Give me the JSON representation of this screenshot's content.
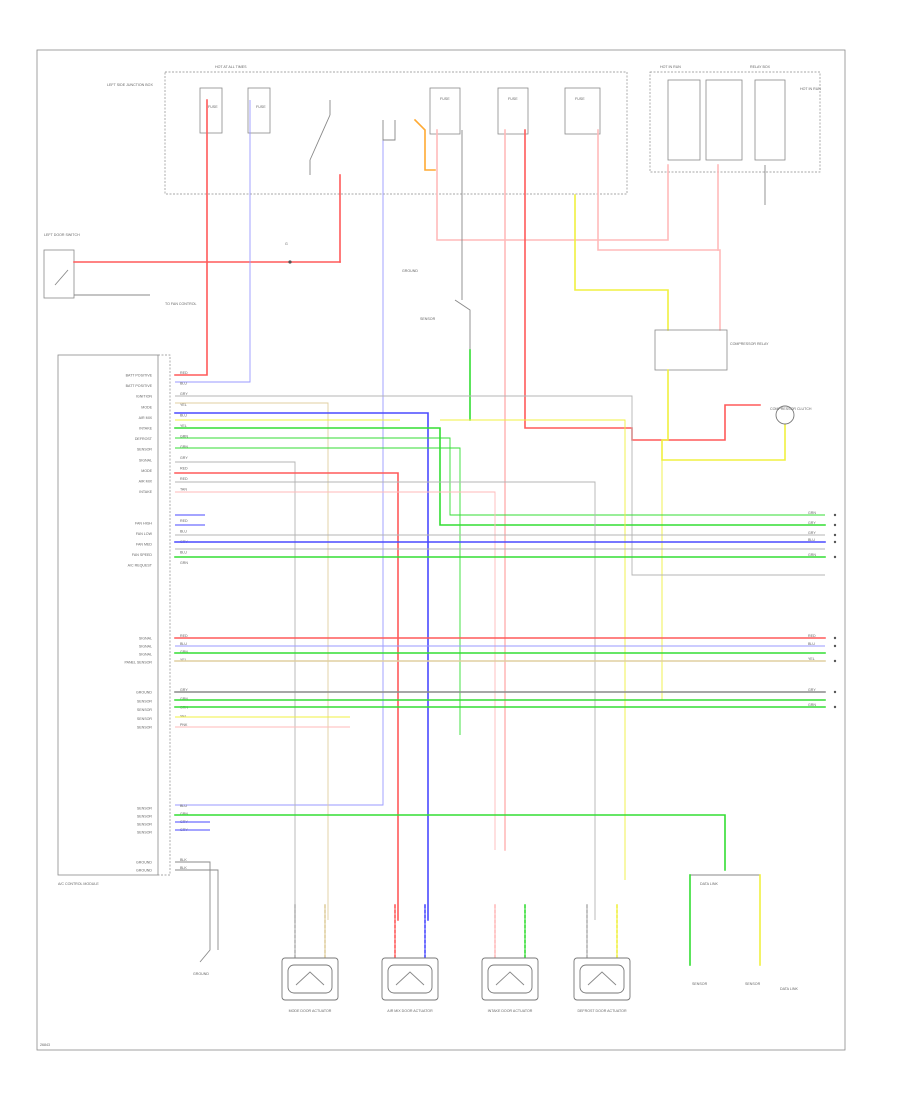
{
  "page": {
    "footer_code": "26843"
  },
  "colors": {
    "red": "#ff5a5a",
    "blue": "#4a4aff",
    "green": "#33dd33",
    "yellow": "#f0f040",
    "orange": "#ffaa33",
    "pink": "#ffbaba",
    "gray": "#b4b4b4",
    "lightblue": "#9a9aff",
    "tan": "#e0cfa0"
  },
  "labels": {
    "hot_at_all_times": "HOT AT ALL TIMES",
    "hot_in_run": "HOT IN RUN",
    "hot_in_run_2": "HOT IN RUN",
    "jb_left": "LEFT SIDE JUNCTION BOX",
    "fuse_left": "FUSE",
    "fuse_mid": "FUSE",
    "fuse_a": "FUSE",
    "fuse_b": "FUSE",
    "fuse_c": "FUSE",
    "relay_box": "RELAY BOX",
    "left_door_switch": "LEFT DOOR SWITCH",
    "to_fan_control": "TO FAN CONTROL",
    "g_label": "G",
    "ground_left": "GROUND",
    "module_name": "A/C CONTROL MODULE",
    "sensor_name": "SENSOR",
    "compressor_relay": "COMPRESSOR RELAY",
    "compressor_clutch": "COMPRESSOR CLUTCH",
    "data_link": "DATA LINK",
    "data_link_2": "DATA LINK",
    "blend_ground": "GROUND",
    "bottom_sensor_1": "SENSOR",
    "bottom_sensor_2": "SENSOR"
  },
  "actuators": [
    {
      "name": "MODE DOOR ACTUATOR"
    },
    {
      "name": "AIR MIX DOOR ACTUATOR"
    },
    {
      "name": "INTAKE DOOR ACTUATOR"
    },
    {
      "name": "DEFROST DOOR ACTUATOR"
    }
  ],
  "pins_upper": [
    {
      "label": "BATT POSITIVE",
      "wire": "RED"
    },
    {
      "label": "BATT POSITIVE",
      "wire": "BLU"
    },
    {
      "label": "IGNITION",
      "wire": "GRY"
    },
    {
      "label": "MODE",
      "wire": "YEL"
    },
    {
      "label": "AIR MIX",
      "wire": "BLU"
    },
    {
      "label": "INTAKE",
      "wire": "YEL"
    },
    {
      "label": "DEFROST",
      "wire": "GRN"
    },
    {
      "label": "SENSOR",
      "wire": "GRN"
    },
    {
      "label": "SIGNAL",
      "wire": "GRY"
    },
    {
      "label": "MODE",
      "wire": "RED"
    },
    {
      "label": "AIR MIX",
      "wire": "RED"
    },
    {
      "label": "INTAKE",
      "wire": "TAN"
    }
  ],
  "pins_mid": [
    {
      "label": "FAN HIGH",
      "wire": "RED"
    },
    {
      "label": "FAN LOW",
      "wire": "BLU"
    },
    {
      "label": "FAN MED",
      "wire": "GRY"
    },
    {
      "label": "FAN SPEED",
      "wire": "BLU"
    },
    {
      "label": "A/C REQUEST",
      "wire": "GRN"
    }
  ],
  "pins_lower": [
    {
      "label": "SIGNAL",
      "wire": "RED"
    },
    {
      "label": "SIGNAL",
      "wire": "BLU"
    },
    {
      "label": "SIGNAL",
      "wire": "GRN"
    },
    {
      "label": "PANEL SENSOR",
      "wire": "YEL"
    }
  ],
  "pins_lower2": [
    {
      "label": "GROUND",
      "wire": "GRY"
    },
    {
      "label": "SENSOR",
      "wire": "GRN"
    },
    {
      "label": "SENSOR",
      "wire": "GRN"
    },
    {
      "label": "SENSOR",
      "wire": "YEL"
    },
    {
      "label": "SENSOR",
      "wire": "PNK"
    }
  ],
  "pins_bottom": [
    {
      "label": "SENSOR",
      "wire": "BLU"
    },
    {
      "label": "SENSOR",
      "wire": "GRN"
    },
    {
      "label": "SENSOR",
      "wire": "GRY"
    },
    {
      "label": "SENSOR",
      "wire": "GRY"
    }
  ],
  "pins_ground": [
    {
      "label": "GROUND",
      "wire": "BLK"
    },
    {
      "label": "GROUND",
      "wire": "BLK"
    }
  ],
  "right_wire_labels": [
    "GRN",
    "GRY",
    "GRY",
    "BLU",
    "GRN",
    "RED",
    "BLU",
    "YEL",
    "GRY",
    "GRN"
  ]
}
